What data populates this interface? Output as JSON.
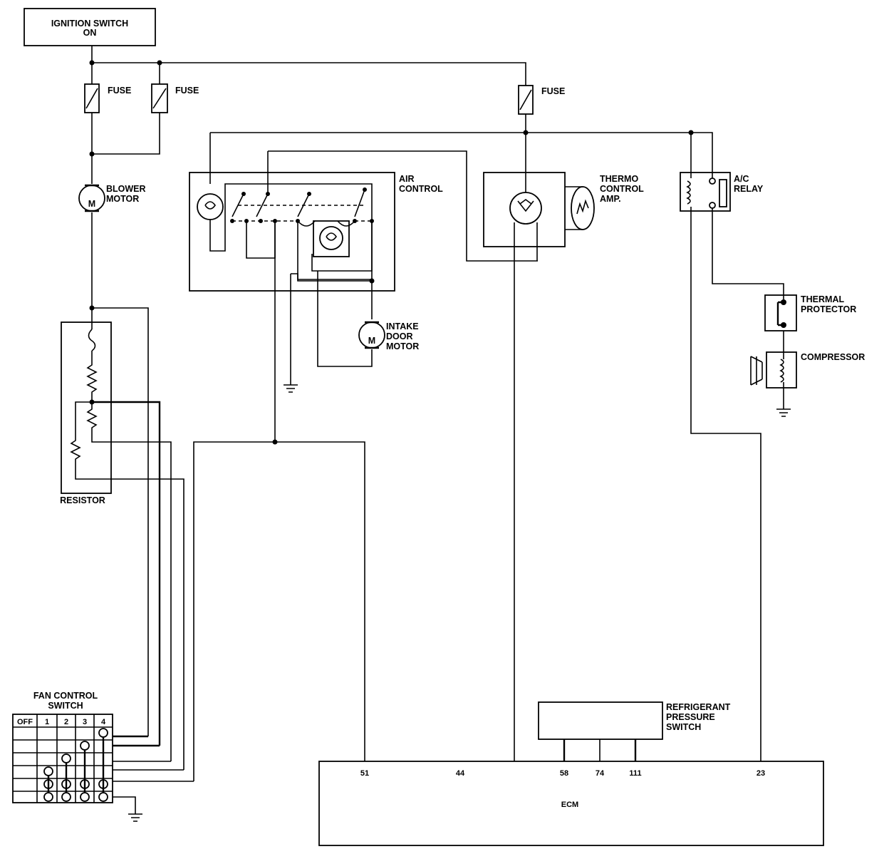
{
  "labels": {
    "ignition": [
      "IGNITION SWITCH",
      "ON"
    ],
    "fuse_1": "FUSE",
    "fuse_2": "FUSE",
    "fuse_3": "FUSE",
    "blower_motor": [
      "BLOWER",
      "MOTOR"
    ],
    "motor_symbol": "M",
    "air_control": [
      "AIR",
      "CONTROL"
    ],
    "thermo_amp": [
      "THERMO",
      "CONTROL",
      "AMP."
    ],
    "ac_relay": [
      "A/C",
      "RELAY"
    ],
    "thermal_protector": [
      "THERMAL",
      "PROTECTOR"
    ],
    "compressor": "COMPRESSOR",
    "intake_door_motor": [
      "INTAKE",
      "DOOR",
      "MOTOR"
    ],
    "resistor": "RESISTOR",
    "fan_control_switch": [
      "FAN CONTROL",
      "SWITCH"
    ],
    "refrigerant_switch": [
      "REFRIGERANT",
      "PRESSURE",
      "SWITCH"
    ],
    "ecm": "ECM"
  },
  "fan_switch_headers": [
    "OFF",
    "1",
    "2",
    "3",
    "4"
  ],
  "ecm_pins": [
    "51",
    "44",
    "58",
    "74",
    "111",
    "23"
  ]
}
